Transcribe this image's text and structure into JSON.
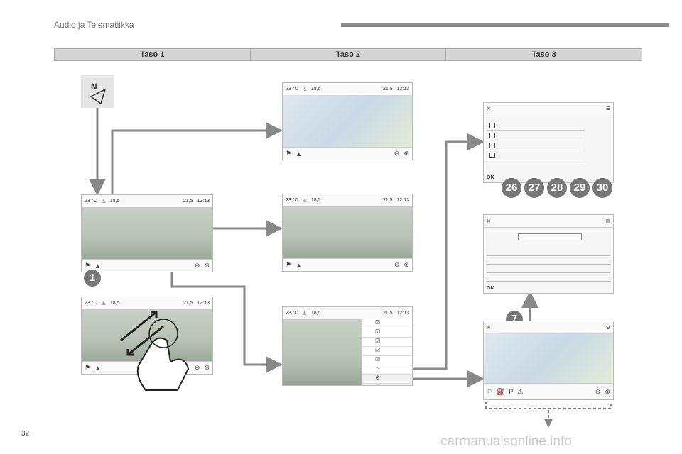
{
  "header": {
    "title": "Audio ja Telematiikka"
  },
  "levels": [
    "Taso 1",
    "Taso 2",
    "Taso 3"
  ],
  "status": {
    "temp": "23 °C",
    "val1": "18,5",
    "val2": "21,5",
    "time": "12:13"
  },
  "markers": {
    "m1": "1",
    "m7": "7",
    "circles": [
      "26",
      "27",
      "28",
      "29",
      "30"
    ]
  },
  "ok_label": "OK",
  "page_number": "32",
  "footer": "carmanualsonline.info"
}
